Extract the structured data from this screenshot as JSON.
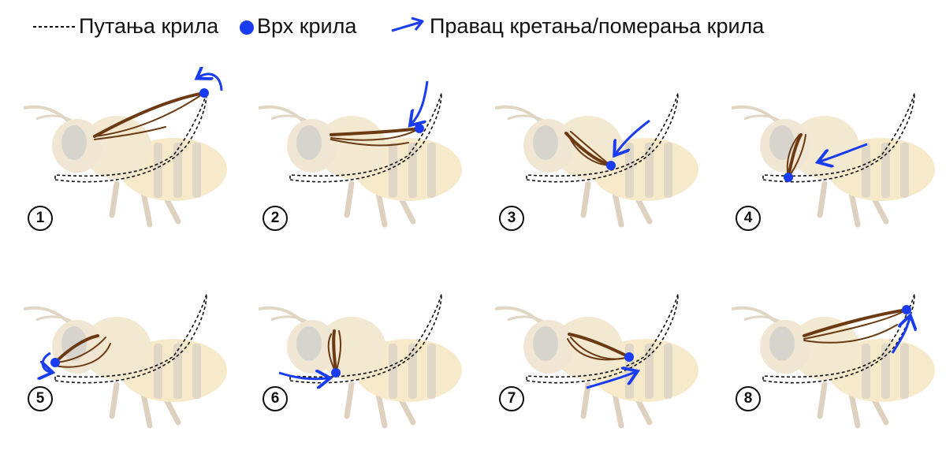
{
  "legend": {
    "path_label": "Путања крила",
    "tip_label": "Врх крила",
    "direction_label": "Правац кретања/померања крила",
    "path_icon": "dashed-line-icon",
    "tip_icon": "filled-dot-icon",
    "direction_icon": "arrow-icon"
  },
  "colors": {
    "tip": "#1a3cf0",
    "arrow": "#1a3cf0",
    "wing": "#6b3a12",
    "path": "#111111",
    "bee_body": "#f2d9a0",
    "bee_stripe": "#c9b89a",
    "bee_head": "#e6d3b0"
  },
  "panels": [
    {
      "step": "1"
    },
    {
      "step": "2"
    },
    {
      "step": "3"
    },
    {
      "step": "4"
    },
    {
      "step": "5"
    },
    {
      "step": "6"
    },
    {
      "step": "7"
    },
    {
      "step": "8"
    }
  ]
}
